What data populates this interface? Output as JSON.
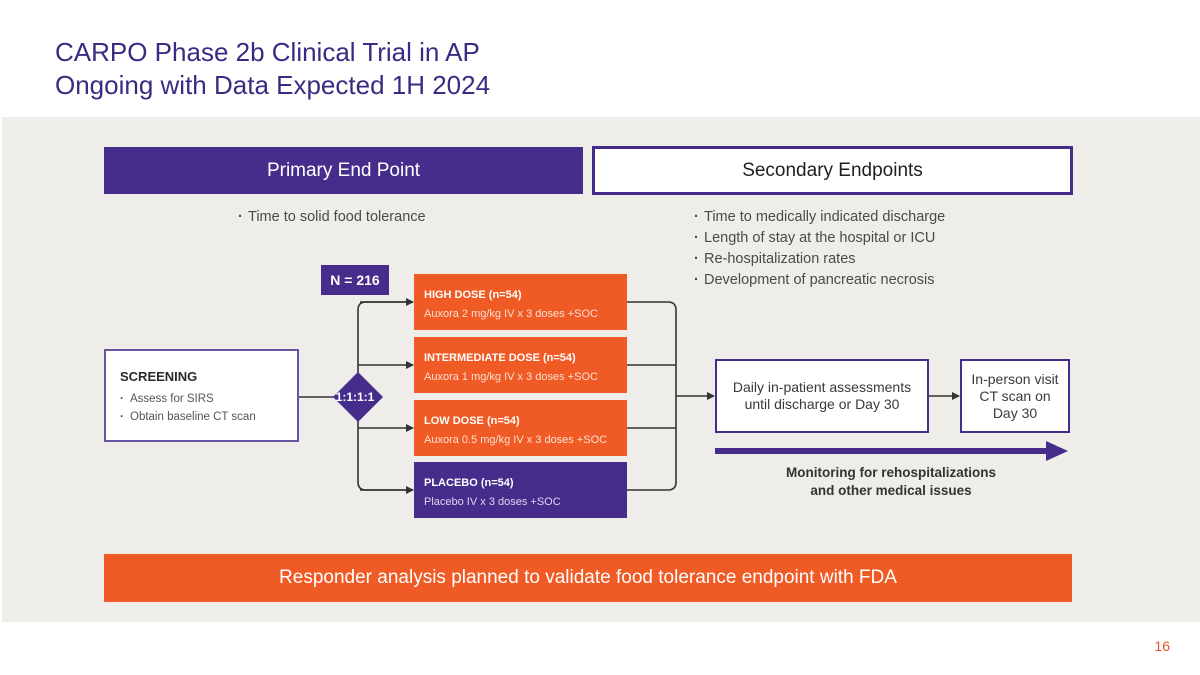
{
  "title": {
    "line1": "CARPO Phase 2b Clinical Trial in AP",
    "line2": "Ongoing with Data Expected 1H 2024"
  },
  "primary": {
    "header": "Primary End Point",
    "items": [
      "Time to solid food tolerance"
    ]
  },
  "secondary": {
    "header": "Secondary Endpoints",
    "items": [
      "Time to medically indicated discharge",
      "Length of stay at the hospital or ICU",
      "Re-hospitalization rates",
      "Development of pancreatic necrosis"
    ]
  },
  "enrollment": {
    "label": "N = 216"
  },
  "screening": {
    "title": "SCREENING",
    "items": [
      "Assess for SIRS",
      "Obtain baseline CT scan"
    ]
  },
  "randomization": {
    "ratio": "1:1:1:1"
  },
  "arms": [
    {
      "title": "HIGH DOSE (n=54)",
      "desc": "Auxora 2 mg/kg IV x 3 doses +SOC",
      "color": "#f05a24"
    },
    {
      "title": "INTERMEDIATE DOSE (n=54)",
      "desc": "Auxora 1 mg/kg IV x 3 doses +SOC",
      "color": "#f05a24"
    },
    {
      "title": "LOW DOSE (n=54)",
      "desc": "Auxora 0.5 mg/kg IV x 3 doses +SOC",
      "color": "#f05a24"
    },
    {
      "title": "PLACEBO (n=54)",
      "desc": "Placebo IV x 3 doses +SOC",
      "color": "#462d8c"
    }
  ],
  "followup": {
    "daily": "Daily in-patient assessments until discharge or Day 30",
    "inperson": "In-person visit CT scan on Day 30",
    "monitoring": "Monitoring for rehospitalizations and other medical issues"
  },
  "footer_banner": "Responder analysis planned to validate food tolerance endpoint with FDA",
  "page_number": "16",
  "colors": {
    "purple": "#462d8c",
    "orange": "#f05a24",
    "title": "#3c2a82",
    "panel_bg": "#efede9"
  }
}
